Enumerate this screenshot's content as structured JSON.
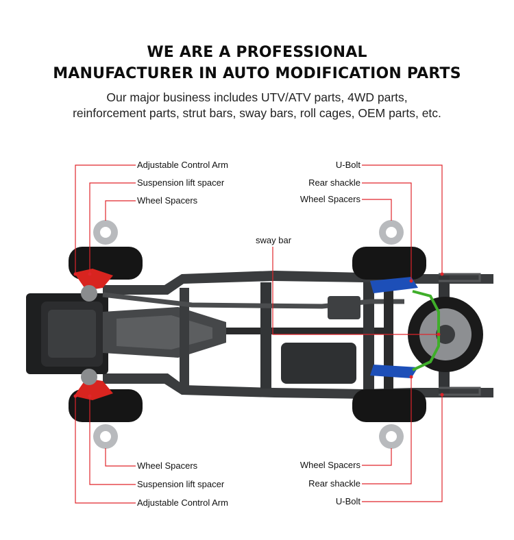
{
  "heading": {
    "line1": "WE ARE A PROFESSIONAL",
    "line2": "MANUFACTURER IN AUTO MODIFICATION PARTS"
  },
  "subheading": {
    "line1": "Our major business includes UTV/ATV parts, 4WD parts,",
    "line2": "reinforcement parts, strut bars, sway bars, roll cages, OEM parts, etc."
  },
  "labels": {
    "left_top": [
      "Adjustable Control Arm",
      "Suspension lift spacer",
      "Wheel Spacers"
    ],
    "left_bottom": [
      "Wheel Spacers",
      "Suspension lift spacer",
      "Adjustable Control Arm"
    ],
    "right_top": [
      "U-Bolt",
      "Rear shackle",
      "Wheel Spacers"
    ],
    "right_bottom": [
      "Wheel Spacers",
      "Rear shackle",
      "U-Bolt"
    ],
    "center": "sway bar"
  },
  "colors": {
    "callout_line": "#e0252b",
    "control_arm": "#d8241f",
    "rear_shackle": "#1d4fb8",
    "sway_bar": "#3fae2a",
    "frame": "#2f3133",
    "tire": "#151515"
  }
}
